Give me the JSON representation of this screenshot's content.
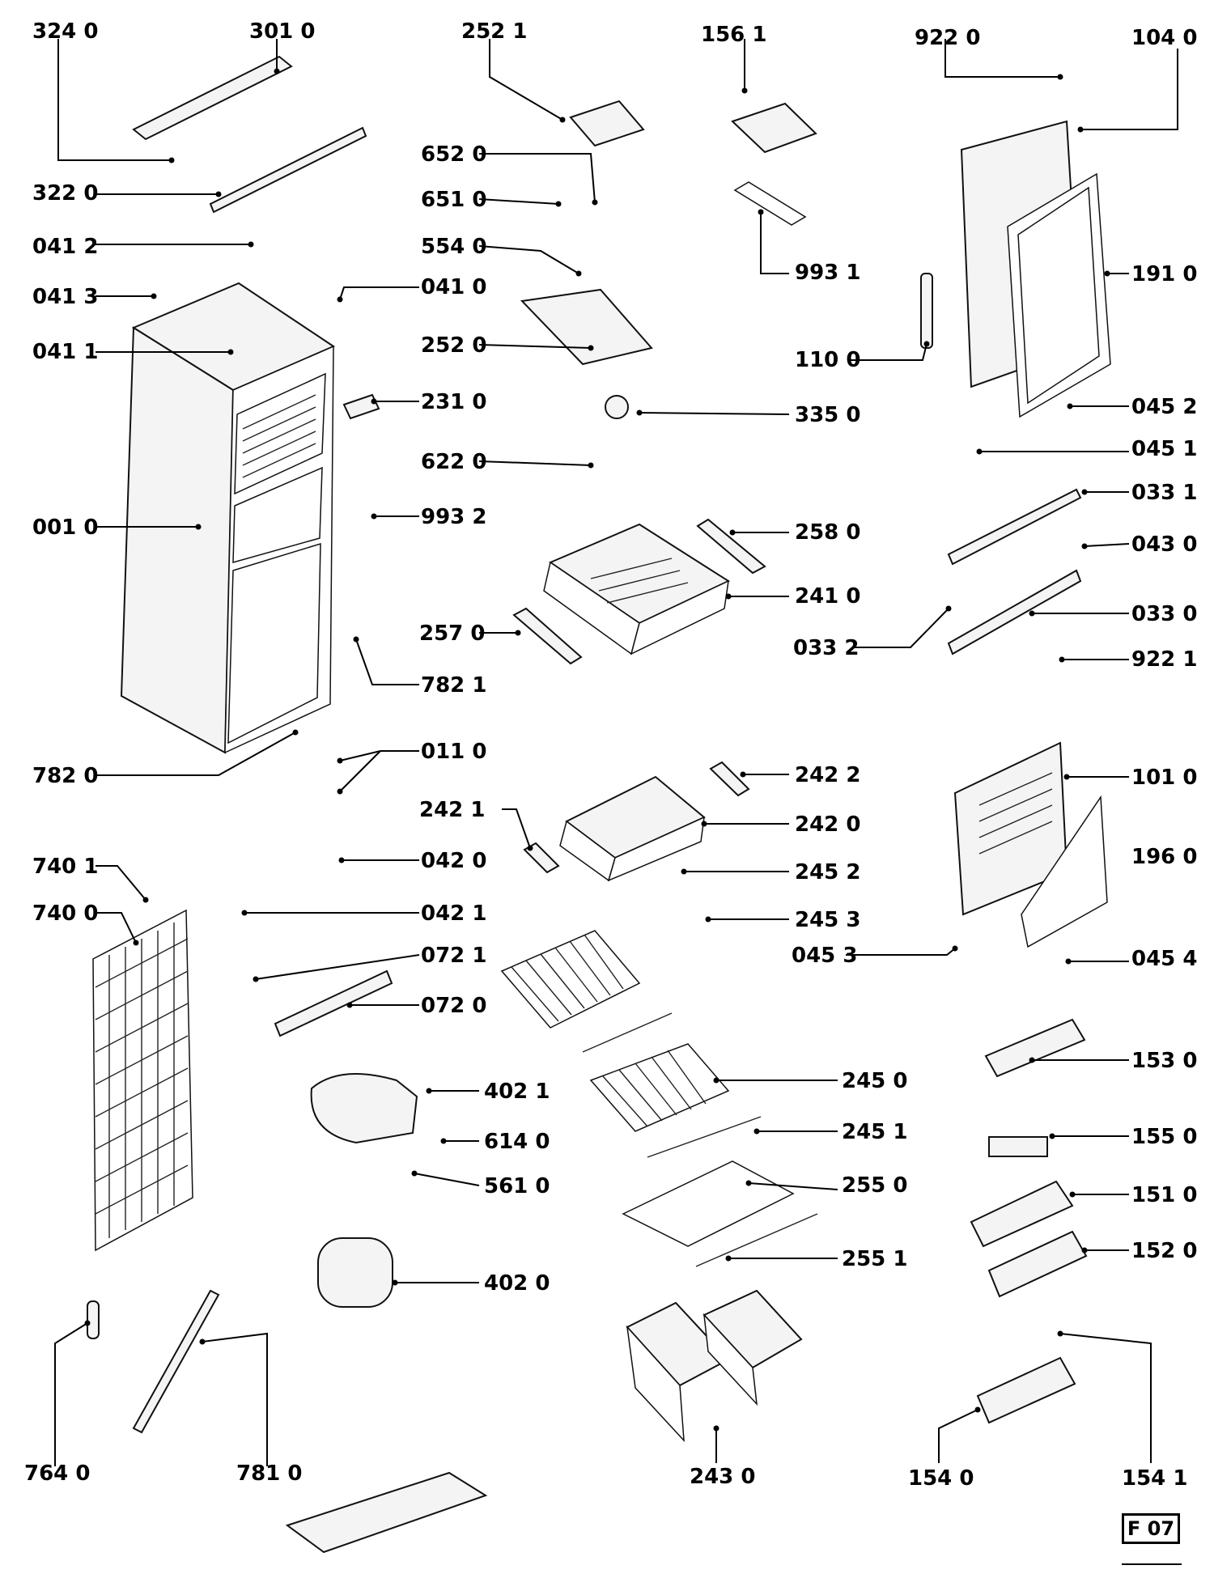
{
  "diagram": {
    "figure_code": "F 07",
    "parts": [
      {
        "id": "p3240",
        "label": "324 0"
      },
      {
        "id": "p3010",
        "label": "301 0"
      },
      {
        "id": "p3220",
        "label": "322 0"
      },
      {
        "id": "p0412",
        "label": "041 2"
      },
      {
        "id": "p0413",
        "label": "041 3"
      },
      {
        "id": "p0411",
        "label": "041 1"
      },
      {
        "id": "p0410",
        "label": "041 0"
      },
      {
        "id": "p2310",
        "label": "231 0"
      },
      {
        "id": "p0010",
        "label": "001 0"
      },
      {
        "id": "p9932",
        "label": "993 2"
      },
      {
        "id": "p7821",
        "label": "782 1"
      },
      {
        "id": "p7820",
        "label": "782 0"
      },
      {
        "id": "p0110",
        "label": "011 0"
      },
      {
        "id": "p7401",
        "label": "740 1"
      },
      {
        "id": "p7400",
        "label": "740 0"
      },
      {
        "id": "p0420",
        "label": "042 0"
      },
      {
        "id": "p0421",
        "label": "042 1"
      },
      {
        "id": "p0721",
        "label": "072 1"
      },
      {
        "id": "p0720",
        "label": "072 0"
      },
      {
        "id": "p4021",
        "label": "402 1"
      },
      {
        "id": "p6140",
        "label": "614 0"
      },
      {
        "id": "p5610",
        "label": "561 0"
      },
      {
        "id": "p4020",
        "label": "402 0"
      },
      {
        "id": "p7640",
        "label": "764 0"
      },
      {
        "id": "p7810",
        "label": "781 0"
      },
      {
        "id": "p2521",
        "label": "252 1"
      },
      {
        "id": "p6520",
        "label": "652 0"
      },
      {
        "id": "p6510",
        "label": "651 0"
      },
      {
        "id": "p5540",
        "label": "554 0"
      },
      {
        "id": "p2520",
        "label": "252 0"
      },
      {
        "id": "p6220",
        "label": "622 0"
      },
      {
        "id": "p2570",
        "label": "257 0"
      },
      {
        "id": "p2421",
        "label": "242 1"
      },
      {
        "id": "p1561",
        "label": "156 1"
      },
      {
        "id": "p9931",
        "label": "993 1"
      },
      {
        "id": "p1100",
        "label": "110 0"
      },
      {
        "id": "p3350",
        "label": "335 0"
      },
      {
        "id": "p2580",
        "label": "258 0"
      },
      {
        "id": "p2410",
        "label": "241 0"
      },
      {
        "id": "p0332",
        "label": "033 2"
      },
      {
        "id": "p2422",
        "label": "242 2"
      },
      {
        "id": "p2420",
        "label": "242 0"
      },
      {
        "id": "p2452",
        "label": "245 2"
      },
      {
        "id": "p2453",
        "label": "245 3"
      },
      {
        "id": "p0453",
        "label": "045 3"
      },
      {
        "id": "p2450",
        "label": "245 0"
      },
      {
        "id": "p2451",
        "label": "245 1"
      },
      {
        "id": "p2550",
        "label": "255 0"
      },
      {
        "id": "p2551",
        "label": "255 1"
      },
      {
        "id": "p2430",
        "label": "243 0"
      },
      {
        "id": "p9220",
        "label": "922 0"
      },
      {
        "id": "p1040",
        "label": "104 0"
      },
      {
        "id": "p1910",
        "label": "191 0"
      },
      {
        "id": "p0452",
        "label": "045 2"
      },
      {
        "id": "p0451",
        "label": "045 1"
      },
      {
        "id": "p0331",
        "label": "033 1"
      },
      {
        "id": "p0430",
        "label": "043 0"
      },
      {
        "id": "p0330",
        "label": "033 0"
      },
      {
        "id": "p9221",
        "label": "922 1"
      },
      {
        "id": "p1010",
        "label": "101 0"
      },
      {
        "id": "p1960",
        "label": "196 0"
      },
      {
        "id": "p0454",
        "label": "045 4"
      },
      {
        "id": "p1530",
        "label": "153 0"
      },
      {
        "id": "p1550",
        "label": "155 0"
      },
      {
        "id": "p1510",
        "label": "151 0"
      },
      {
        "id": "p1520",
        "label": "152 0"
      },
      {
        "id": "p1540",
        "label": "154 0"
      },
      {
        "id": "p1541",
        "label": "154 1"
      }
    ]
  }
}
